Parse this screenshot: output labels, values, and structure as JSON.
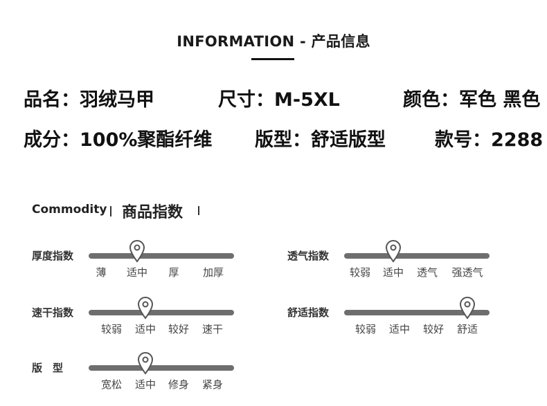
{
  "header": {
    "title": "INFORMATION - 产品信息"
  },
  "specs": [
    {
      "label": "品名：",
      "value": "羽绒马甲"
    },
    {
      "label": "尺寸：",
      "value": "M-5XL"
    },
    {
      "label": "颜色：",
      "value": "军色 黑色"
    },
    {
      "label": "成分：",
      "value": "100%聚酯纤维"
    },
    {
      "label": "版型：",
      "value": "舒适版型"
    },
    {
      "label": "款号：",
      "value": "2288"
    }
  ],
  "commodity": {
    "label_en": "Commodity",
    "label_zh": "商品指数"
  },
  "indices": [
    {
      "name": "厚度指数",
      "options": [
        "薄",
        "适中",
        "厚",
        "加厚"
      ],
      "selected_index": 1
    },
    {
      "name": "透气指数",
      "options": [
        "较弱",
        "适中",
        "透气",
        "强透气"
      ],
      "selected_index": 1
    },
    {
      "name": "速干指数",
      "options": [
        "较弱",
        "适中",
        "较好",
        "速干"
      ],
      "selected_index": 1
    },
    {
      "name": "舒适指数",
      "options": [
        "较弱",
        "适中",
        "较好",
        "舒适"
      ],
      "selected_index": 3
    },
    {
      "name": "版　型",
      "options": [
        "宽松",
        "适中",
        "修身",
        "紧身"
      ],
      "selected_index": 1
    }
  ],
  "colors": {
    "track": "#6e6e6e",
    "pin_stroke": "#555555",
    "text": "#1a1a1a"
  }
}
